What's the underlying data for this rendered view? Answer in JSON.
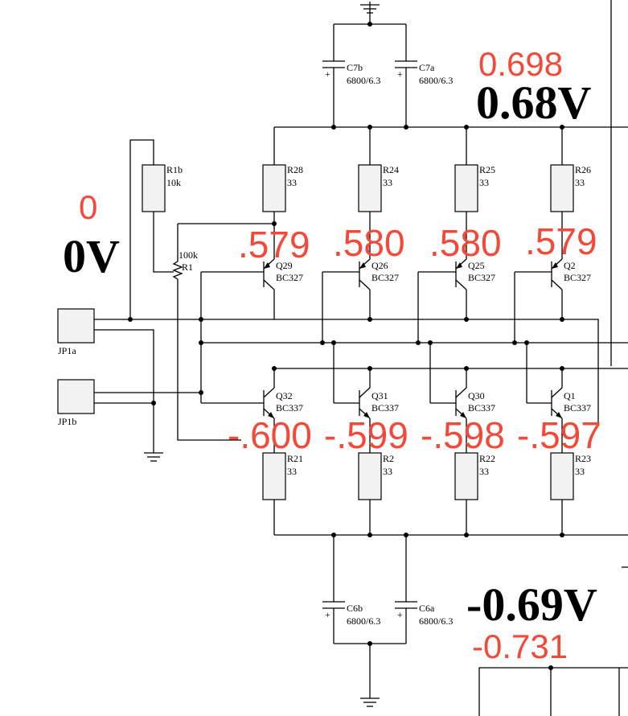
{
  "components": {
    "c7b": {
      "ref": "C7b",
      "value": "6800/6.3"
    },
    "c7a": {
      "ref": "C7a",
      "value": "6800/6.3"
    },
    "c6b": {
      "ref": "C6b",
      "value": "6800/6.3"
    },
    "c6a": {
      "ref": "C6a",
      "value": "6800/6.3"
    },
    "r1b": {
      "ref": "R1b",
      "value": "10k"
    },
    "r1": {
      "ref": "R1",
      "value": "100k"
    },
    "jp1a": {
      "ref": "JP1a"
    },
    "jp1b": {
      "ref": "JP1b"
    },
    "top_resistors": [
      {
        "ref": "R28",
        "value": "33"
      },
      {
        "ref": "R24",
        "value": "33"
      },
      {
        "ref": "R25",
        "value": "33"
      },
      {
        "ref": "R26",
        "value": "33"
      }
    ],
    "bottom_resistors": [
      {
        "ref": "R21",
        "value": "33"
      },
      {
        "ref": "R2",
        "value": "33"
      },
      {
        "ref": "R22",
        "value": "33"
      },
      {
        "ref": "R23",
        "value": "33"
      }
    ],
    "pnp": [
      {
        "ref": "Q29",
        "type": "BC327"
      },
      {
        "ref": "Q26",
        "type": "BC327"
      },
      {
        "ref": "Q25",
        "type": "BC327"
      },
      {
        "ref": "Q2",
        "type": "BC327"
      }
    ],
    "npn": [
      {
        "ref": "Q32",
        "type": "BC337"
      },
      {
        "ref": "Q31",
        "type": "BC337"
      },
      {
        "ref": "Q30",
        "type": "BC337"
      },
      {
        "ref": "Q1",
        "type": "BC337"
      }
    ]
  },
  "rail_labels": {
    "positive_big": "0.68V",
    "negative_big": "-0.69V",
    "zero_big": "0V"
  },
  "measurements": {
    "positive": "0.698",
    "negative": "-0.731",
    "zero": "0",
    "pnp_vbe": [
      ".579",
      ".580",
      ".580",
      ".579"
    ],
    "npn_vbe": [
      "-.600",
      "-.599",
      "-.598",
      "-.597"
    ]
  },
  "colors": {
    "annotation": "#f24a3a",
    "wire": "#000000",
    "component_fill": "#f2f2f2"
  }
}
